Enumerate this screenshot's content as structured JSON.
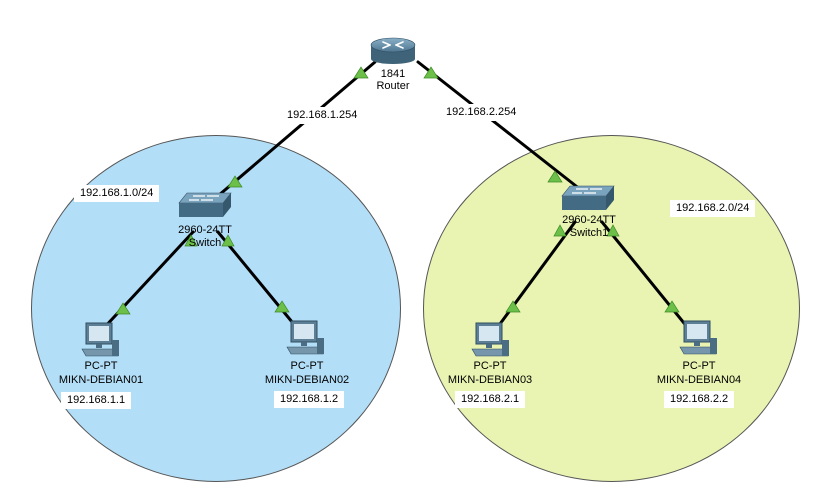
{
  "networks": [
    {
      "label": "192.168.1.0/24",
      "color": "#b3def7"
    },
    {
      "label": "192.168.2.0/24",
      "color": "#e9f3b2"
    }
  ],
  "router": {
    "model": "1841",
    "name": "Router",
    "icon": "router-icon"
  },
  "switches": [
    {
      "model": "2960-24TT",
      "name": "Switch",
      "icon": "switch-icon"
    },
    {
      "model": "2960-24TT",
      "name": "Switch1",
      "icon": "switch-icon"
    }
  ],
  "pcs": [
    {
      "type": "PC-PT",
      "name": "MIKN-DEBIAN01",
      "ip": "192.168.1.1",
      "icon": "pc-icon"
    },
    {
      "type": "PC-PT",
      "name": "MIKN-DEBIAN02",
      "ip": "192.168.1.2",
      "icon": "pc-icon"
    },
    {
      "type": "PC-PT",
      "name": "MIKN-DEBIAN03",
      "ip": "192.168.2.1",
      "icon": "pc-icon"
    },
    {
      "type": "PC-PT",
      "name": "MIKN-DEBIAN04",
      "ip": "192.168.2.2",
      "icon": "pc-icon"
    }
  ],
  "router_interfaces": [
    "192.168.1.254",
    "192.168.2.254"
  ],
  "link_status_color": "#6cc04a"
}
